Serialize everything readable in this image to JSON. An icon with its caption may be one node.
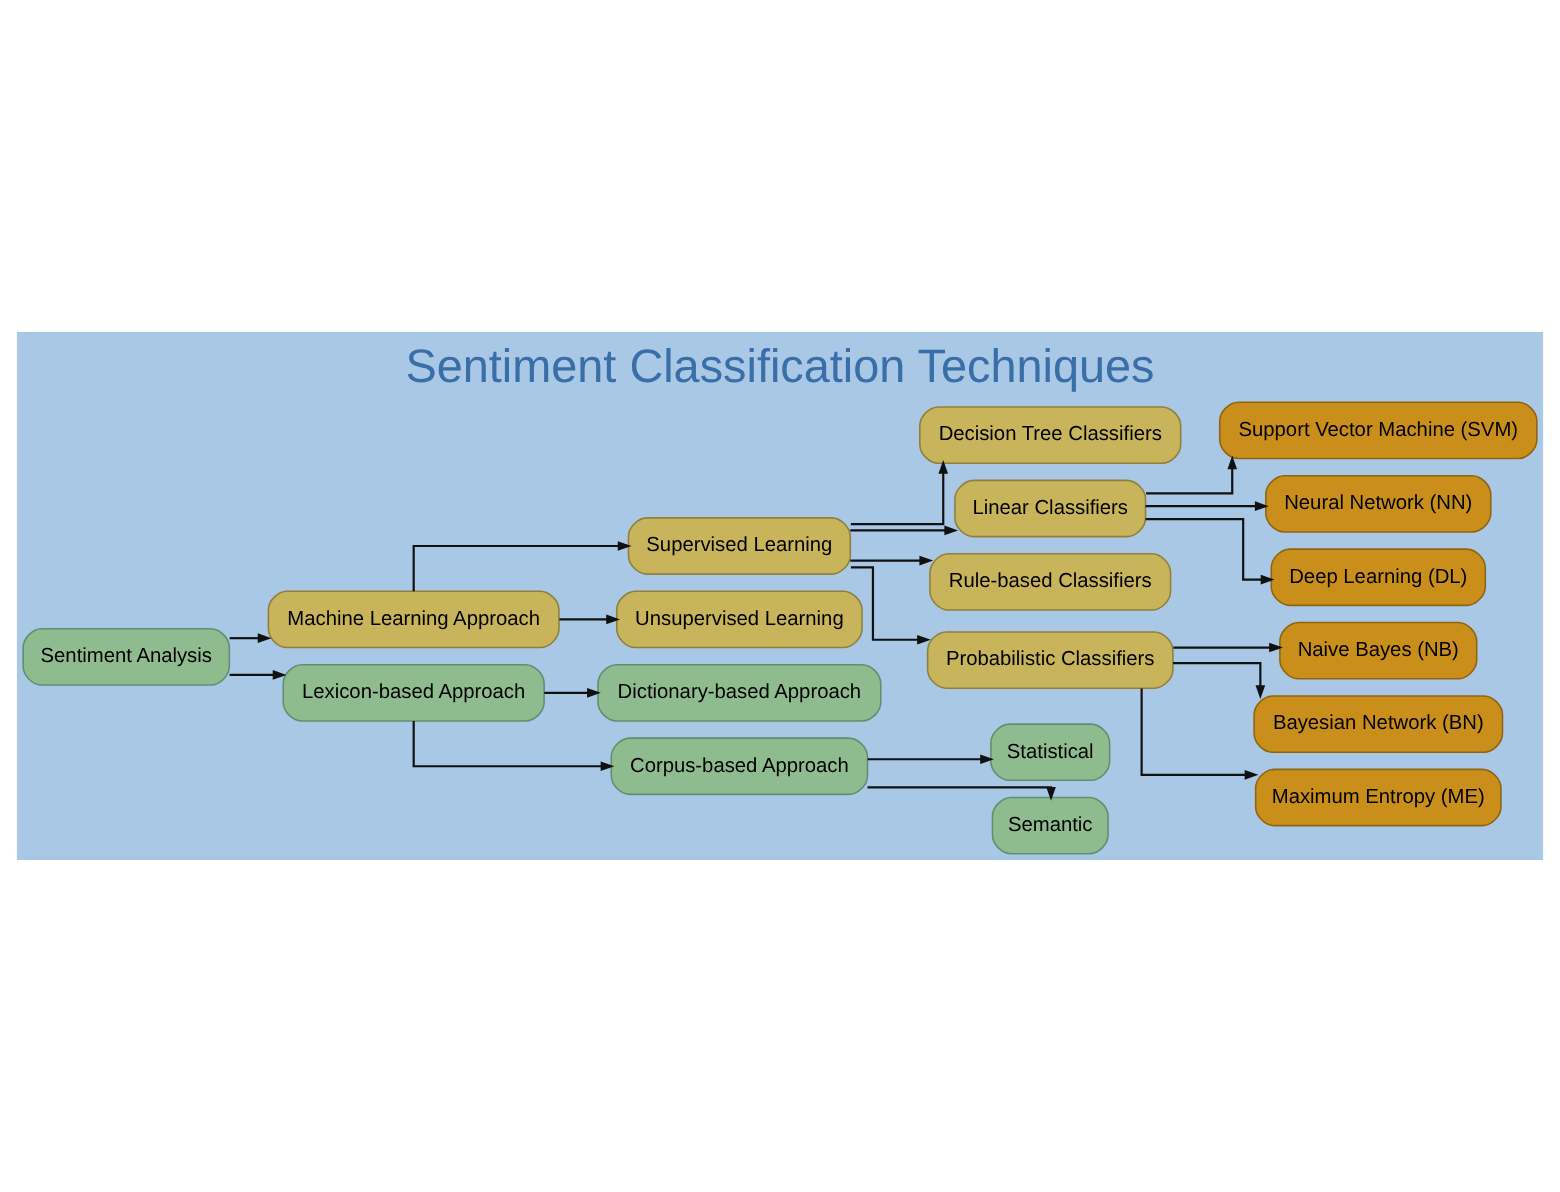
{
  "diagram": {
    "title": "Sentiment Classification Techniques",
    "nodes": [
      {
        "text": [
          "Sentiment Analysis"
        ]
      },
      {
        "text": [
          "Machine Learning Approach"
        ]
      },
      {
        "text": [
          "Lexicon-based Approach"
        ]
      },
      {
        "text": [
          "Supervised Learning"
        ]
      },
      {
        "text": [
          "Unsupervised Learning"
        ]
      },
      {
        "text": [
          "Dictionary-based Approach"
        ]
      },
      {
        "text": [
          "Corpus-based Approach"
        ]
      },
      {
        "text": [
          "Decision Tree Classifiers"
        ]
      },
      {
        "text": [
          "Linear Classifiers"
        ]
      },
      {
        "text": [
          "Rule-based Classifiers"
        ]
      },
      {
        "text": [
          "Probabilistic Classifiers"
        ]
      },
      {
        "text": [
          "Statistical"
        ]
      },
      {
        "text": [
          "Semantic"
        ]
      },
      {
        "text": [
          "Support Vector Machine (SVM)"
        ]
      },
      {
        "text": [
          "Neural Network (NN)"
        ]
      },
      {
        "text": [
          "Deep Learning (DL)"
        ]
      },
      {
        "text": [
          "Naive Bayes (NB)"
        ]
      },
      {
        "text": [
          "Bayesian Network (BN)"
        ]
      },
      {
        "text": [
          "Maximum Entropy (ME)"
        ]
      }
    ],
    "edges": [
      {
        "from": 0,
        "to": 1,
        "arrow": "to"
      },
      {
        "from": 0,
        "to": 2,
        "arrow": "to"
      },
      {
        "from": 1,
        "to": 3,
        "arrow": "to"
      },
      {
        "from": 1,
        "to": 4,
        "arrow": "to"
      },
      {
        "from": 2,
        "to": 5,
        "arrow": "to"
      },
      {
        "from": 2,
        "to": 6,
        "arrow": "to"
      },
      {
        "from": 3,
        "to": 7,
        "arrow": "to"
      },
      {
        "from": 3,
        "to": 8,
        "arrow": "to"
      },
      {
        "from": 3,
        "to": 9,
        "arrow": "to"
      },
      {
        "from": 3,
        "to": 10,
        "arrow": "to"
      },
      {
        "from": 6,
        "to": 11,
        "arrow": "to"
      },
      {
        "from": 6,
        "to": 12,
        "arrow": "to"
      },
      {
        "from": 8,
        "to": 13,
        "arrow": "to"
      },
      {
        "from": 8,
        "to": 14,
        "arrow": "to"
      },
      {
        "from": 8,
        "to": 15,
        "arrow": "to"
      },
      {
        "from": 10,
        "to": 16,
        "arrow": "to"
      },
      {
        "from": 10,
        "to": 17,
        "arrow": "to"
      },
      {
        "from": 10,
        "to": 18,
        "arrow": "to"
      }
    ]
  }
}
